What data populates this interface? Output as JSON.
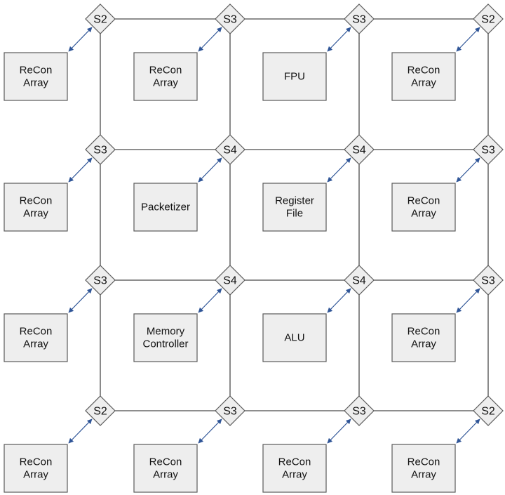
{
  "switches": [
    [
      "S2",
      "S3",
      "S3",
      "S2"
    ],
    [
      "S3",
      "S4",
      "S4",
      "S3"
    ],
    [
      "S3",
      "S4",
      "S4",
      "S3"
    ],
    [
      "S2",
      "S3",
      "S3",
      "S2"
    ]
  ],
  "blocks": [
    [
      [
        "ReCon",
        "Array"
      ],
      [
        "ReCon",
        "Array"
      ],
      [
        "FPU"
      ],
      [
        "ReCon",
        "Array"
      ]
    ],
    [
      [
        "ReCon",
        "Array"
      ],
      [
        "Packetizer"
      ],
      [
        "Register",
        "File"
      ],
      [
        "ReCon",
        "Array"
      ]
    ],
    [
      [
        "ReCon",
        "Array"
      ],
      [
        "Memory",
        "Controller"
      ],
      [
        "ALU"
      ],
      [
        "ReCon",
        "Array"
      ]
    ],
    [
      [
        "ReCon",
        "Array"
      ],
      [
        "ReCon",
        "Array"
      ],
      [
        "ReCon",
        "Array"
      ],
      [
        "ReCon",
        "Array"
      ]
    ]
  ],
  "colors": {
    "wire": "#4a4a4a",
    "link": "#2f5597",
    "fill": "#eeeeee"
  }
}
